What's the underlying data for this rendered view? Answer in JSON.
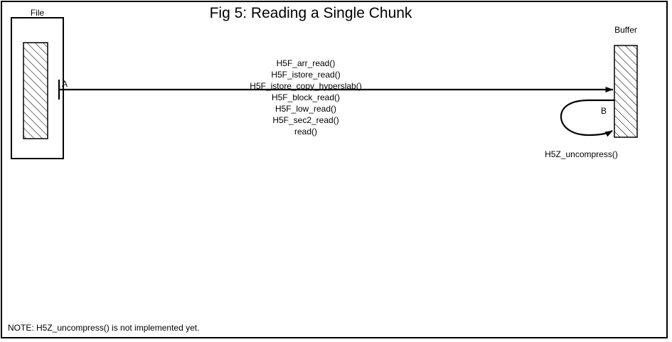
{
  "figure": {
    "title": "Fig 5:  Reading a Single Chunk",
    "note": "NOTE: H5Z_uncompress() is not implemented yet."
  },
  "colors": {
    "stroke": "#000000",
    "background": "#ffffff",
    "hatch": "#000000"
  },
  "source": {
    "label": "File",
    "name": "file-box"
  },
  "destination": {
    "label": "Buffer",
    "name": "buffer-box"
  },
  "transfer_arrow": {
    "marker": "A",
    "calls": [
      "H5F_arr_read()",
      "H5F_istore_read()",
      "H5F_istore_copy_hyperslab()",
      "H5F_block_read()",
      "H5F_low_read()",
      "H5F_sec2_read()",
      "read()"
    ]
  },
  "loop_arrow": {
    "marker": "B",
    "label": "H5Z_uncompress()"
  }
}
